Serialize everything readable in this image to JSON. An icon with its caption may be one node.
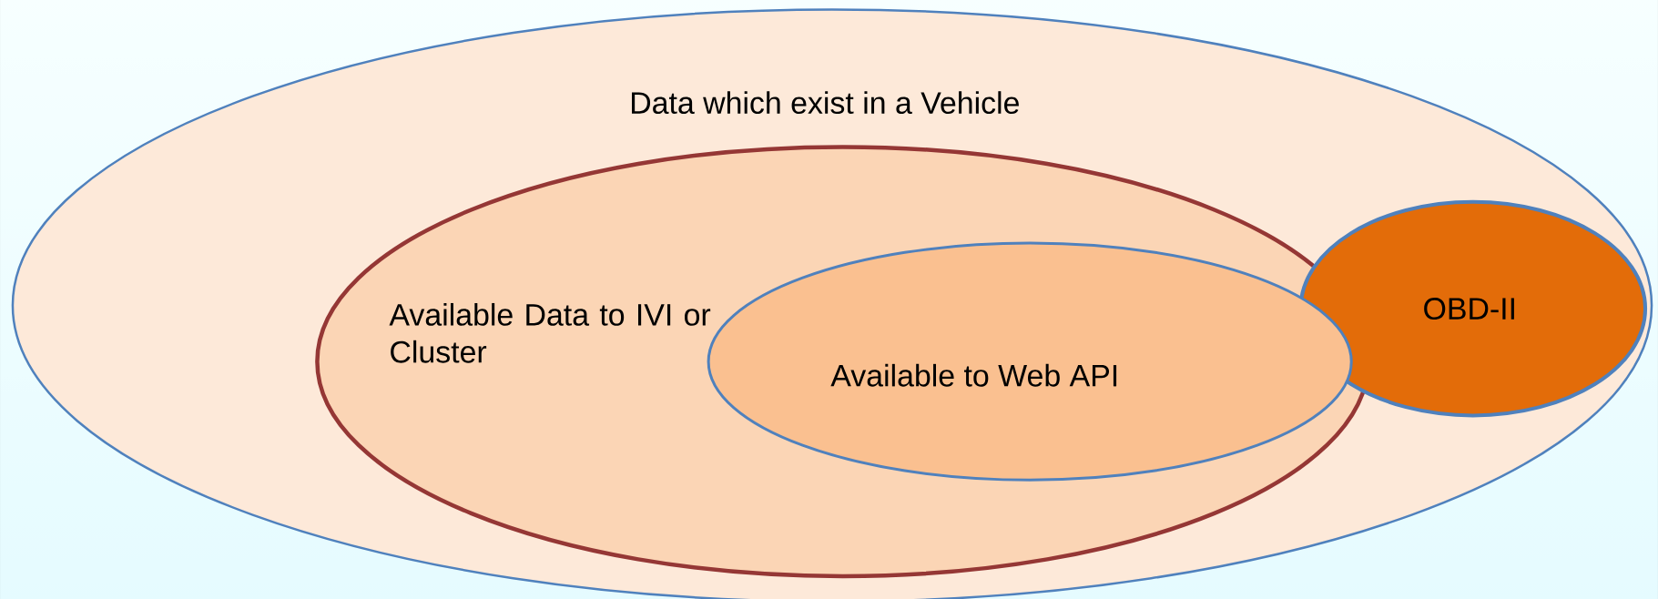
{
  "diagram": {
    "nodes": [
      {
        "text": [
          "Data which exist in a Vehicle"
        ]
      },
      {
        "text": [
          "Available Data to IVI or Cluster"
        ],
        "in": 0
      },
      {
        "text": [
          "Available to Web API"
        ],
        "in": 1
      },
      {
        "text": [
          "OBD-II"
        ],
        "in": 0
      }
    ]
  }
}
